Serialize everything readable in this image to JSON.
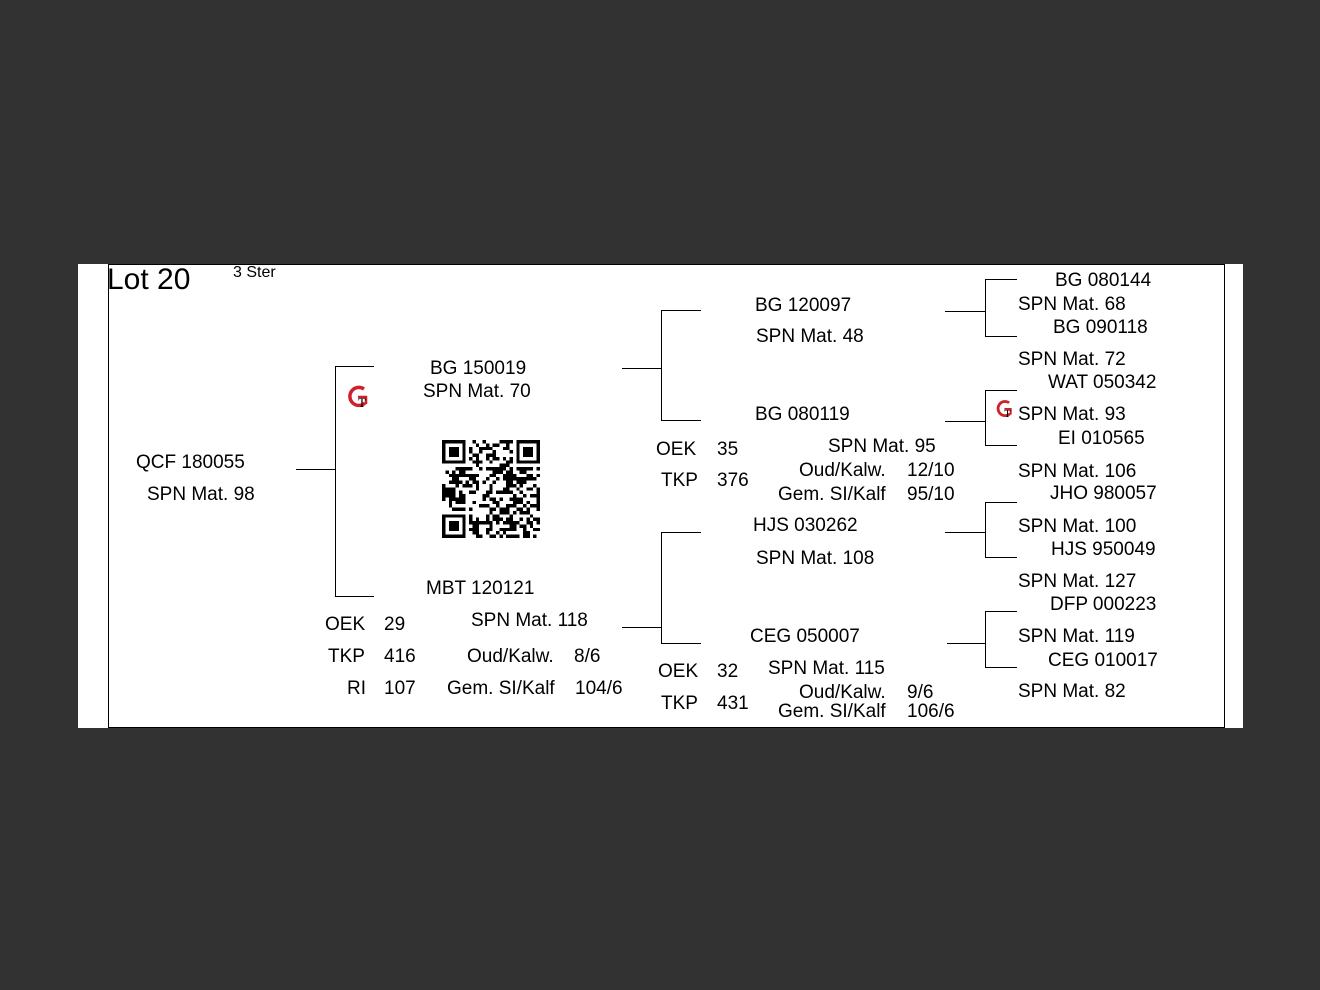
{
  "header": {
    "lot": "Lot 20",
    "stars": "3 Ster"
  },
  "animal": {
    "id": "QCF 180055",
    "spn": "SPN Mat. 98"
  },
  "sire": {
    "id": "BG  150019",
    "spn": "SPN Mat. 70",
    "sire": {
      "id": "BG  120097",
      "spn": "SPN Mat. 48",
      "sire": {
        "id": "BG  080144",
        "spn": "SPN Mat. 68"
      },
      "dam": {
        "id": "BG  090118",
        "spn": "SPN Mat. 72"
      }
    },
    "dam": {
      "id": "BG  080119",
      "spn": "SPN Mat. 95",
      "stats": {
        "oek_label": "OEK",
        "oek": "35",
        "tkp_label": "TKP",
        "tkp": "376",
        "oud_label": "Oud/Kalw.",
        "oud": "12/10",
        "gem_label": "Gem. SI/Kalf",
        "gem": "95/10"
      },
      "sire": {
        "id": "WAT 050342",
        "spn": "SPN Mat. 93"
      },
      "dam": {
        "id": "EI  010565",
        "spn": "SPN Mat. 106"
      }
    }
  },
  "dam": {
    "id": "MBT 120121",
    "spn": "SPN Mat. 118",
    "stats": {
      "oek_label": "OEK",
      "oek": "29",
      "tkp_label": "TKP",
      "tkp": "416",
      "ri_label": "RI",
      "ri": "107",
      "oud_label": "Oud/Kalw.",
      "oud": "8/6",
      "gem_label": "Gem. SI/Kalf",
      "gem": "104/6"
    },
    "sire": {
      "id": "HJS 030262",
      "spn": "SPN Mat. 108",
      "sire": {
        "id": "JHO 980057",
        "spn": "SPN Mat. 100"
      },
      "dam": {
        "id": "HJS 950049",
        "spn": "SPN Mat. 127"
      }
    },
    "dam": {
      "id": "CEG 050007",
      "spn": "SPN Mat. 115",
      "stats": {
        "oek_label": "OEK",
        "oek": "32",
        "tkp_label": "TKP",
        "tkp": "431",
        "oud_label": "Oud/Kalw.",
        "oud": "9/6",
        "gem_label": "Gem. SI/Kalf",
        "gem": "106/6"
      },
      "sire": {
        "id": "DFP 000223",
        "spn": "SPN Mat. 119"
      },
      "dam": {
        "id": "CEG 010017",
        "spn": "SPN Mat. 82"
      }
    }
  },
  "icons": {
    "logo": "gt-logo-icon",
    "qr": "qr-code-icon"
  },
  "colors": {
    "background": "#323232",
    "sheet": "#ffffff",
    "logo_red": "#d0202a"
  }
}
